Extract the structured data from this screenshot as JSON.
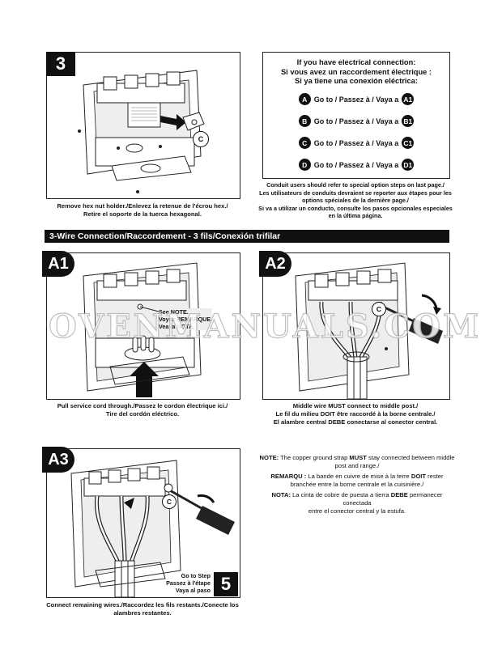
{
  "step3": {
    "badge": "3",
    "callout_letter": "C",
    "caption_line1": "Remove hex nut holder./Enlevez la retenue de l'écrou hex./",
    "caption_line2": "Retire el soporte de la tuerca hexagonal."
  },
  "connection_box": {
    "title_line1": "If you have electrical connection:",
    "title_line2": "Si vous avez un  raccordement électrique :",
    "title_line3": "Si ya tiene una conexión eléctrica:",
    "rows": [
      {
        "from": "A",
        "label": "Go to / Passez à / Vaya a",
        "to": "A1"
      },
      {
        "from": "B",
        "label": "Go to / Passez à / Vaya a",
        "to": "B1"
      },
      {
        "from": "C",
        "label": "Go to / Passez à / Vaya a",
        "to": "C1"
      },
      {
        "from": "D",
        "label": "Go to / Passez à / Vaya a",
        "to": "D1"
      }
    ],
    "conduit_line1": "Conduit users should refer to special option steps on last page./",
    "conduit_line2": "Les utilisateurs de conduits devraient se reporter aux étapes pour les",
    "conduit_line3": "options spéciales de la dernière page./",
    "conduit_line4": "Si va a utilizar un conducto, consulte los pasos opcionales especiales",
    "conduit_line5": "en la última página."
  },
  "section_title": "3-Wire Connection/Raccordement - 3 fils/Conexión trifilar",
  "watermark": "OVENMANUALS.COM",
  "stepA1": {
    "badge": "A1",
    "note_line1": "See NOTE.",
    "note_line2": "Voyez REMARQUE.",
    "note_line3": "Vea la NOTA.",
    "caption_line1": "Pull service cord through./Passez le cordon électrique ici./",
    "caption_line2": "Tire del cordón eléctrico."
  },
  "stepA2": {
    "badge": "A2",
    "callout_letter": "C",
    "caption_line1": "Middle wire MUST connect to middle post./",
    "caption_line2": "Le fil du milieu DOIT être raccordé à la borne centrale./",
    "caption_line3": "El alambre central DEBE conectarse al conector central."
  },
  "stepA3": {
    "badge": "A3",
    "callout_letter": "C",
    "goto_line1": "Go to Step",
    "goto_line2": "Passez à l'étape",
    "goto_line3": "Vaya al paso",
    "goto_step": "5",
    "caption_line1": "Connect remaining wires./Raccordez les fils restants./Conecte los",
    "caption_line2": "alambres restantes."
  },
  "notes": {
    "en_label": "NOTE:",
    "en_pre": " The copper ground strap ",
    "en_bold": "MUST",
    "en_post": " stay connected between middle",
    "en_line2": "post and range./",
    "fr_label": "REMARQU :",
    "fr_pre": " La bande en cuivre de mise à la terre ",
    "fr_bold": "DOIT",
    "fr_post": " rester",
    "fr_line2": "branchée entre la borne centrale et la cuisinière./",
    "es_label": "NOTA:",
    "es_pre": " La cinta de cobre de puesta a tierra ",
    "es_bold": "DEBE",
    "es_post": " permanecer conectada",
    "es_line2": "entre el conector central y la estufa."
  }
}
